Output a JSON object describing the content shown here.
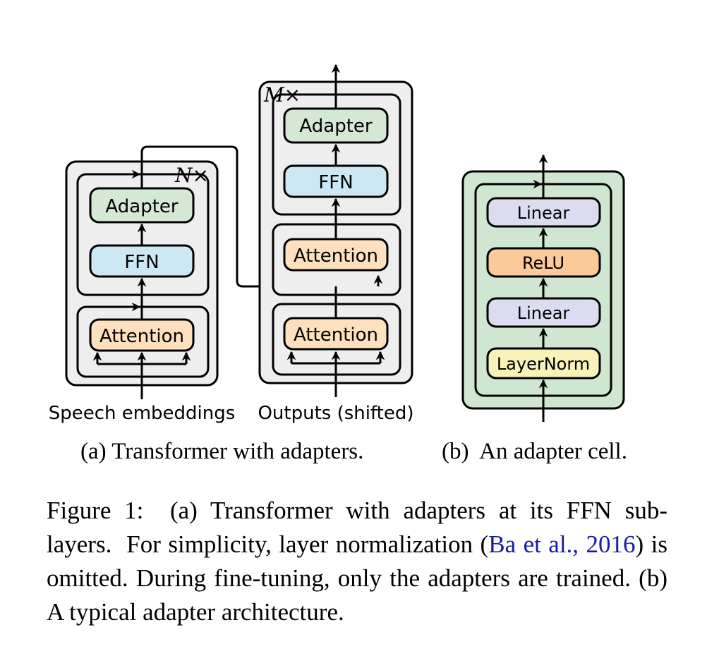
{
  "left": {
    "repeat": "N×",
    "adapter": "Adapter",
    "ffn": "FFN",
    "attention": "Attention",
    "input": "Speech embeddings"
  },
  "middle": {
    "repeat": "M×",
    "adapter": "Adapter",
    "ffn": "FFN",
    "attention_top": "Attention",
    "attention_bottom": "Attention",
    "input": "Outputs (shifted)"
  },
  "cell": {
    "linear_top": "Linear",
    "relu": "ReLU",
    "linear_bottom": "Linear",
    "layernorm": "LayerNorm"
  },
  "subcaptions": {
    "a": "(a) Transformer with adapters.",
    "b": "(b)  An adapter cell."
  },
  "caption": {
    "p1": "Figure 1:  (a) Transformer with adapters at its FFN sub-layers.  For simplicity, layer normalization (",
    "cite": "Ba et al., 2016",
    "p2": ") is omitted. During fine-tuning, only the adapters are trained. (b) A typical adapter architecture."
  },
  "colors": {
    "adapter": "#d4e8d4",
    "ffn": "#cde8f5",
    "attention": "#fde0bd",
    "block_bg": "#eeeeee",
    "cell_bg": "#cfe6d1",
    "linear": "#dcdcf0",
    "relu": "#fbc99a",
    "layernorm": "#f8f2b8",
    "citation": "#1a1aa6"
  }
}
